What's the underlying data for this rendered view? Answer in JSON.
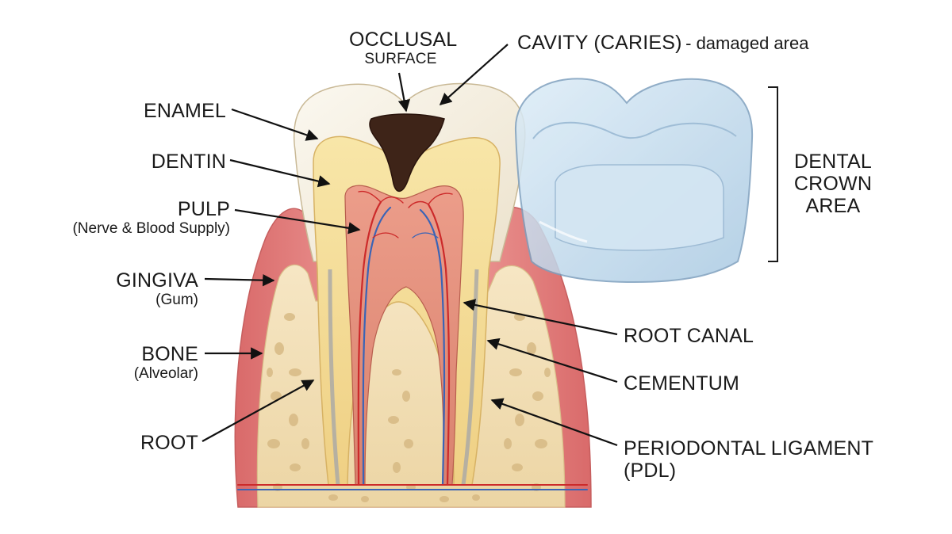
{
  "labels": {
    "occlusal_1": "OCCLUSAL",
    "occlusal_2": "SURFACE",
    "cavity_main": "CAVITY (CARIES)",
    "cavity_note": "- damaged area",
    "enamel": "ENAMEL",
    "dentin": "DENTIN",
    "pulp": "PULP",
    "pulp_note": "(Nerve & Blood Supply)",
    "gingiva": "GINGIVA",
    "gingiva_note": "(Gum)",
    "bone": "BONE",
    "bone_note": "(Alveolar)",
    "root": "ROOT",
    "crown_1": "DENTAL",
    "crown_2": "CROWN",
    "crown_3": "AREA",
    "root_canal": "ROOT CANAL",
    "cementum": "CEMENTUM",
    "pdl_1": "PERIODONTAL LIGAMENT",
    "pdl_2": "(PDL)"
  },
  "colors": {
    "gum": "#e98c8c",
    "bone": "#f0dcb0",
    "enamel": "#f6f1e6",
    "dentin": "#f4dc92",
    "pulp": "#e39482",
    "cavity": "#3e2418",
    "crown": "#bcd8ec",
    "artery": "#cc2a2a",
    "vein": "#3a64b6"
  }
}
